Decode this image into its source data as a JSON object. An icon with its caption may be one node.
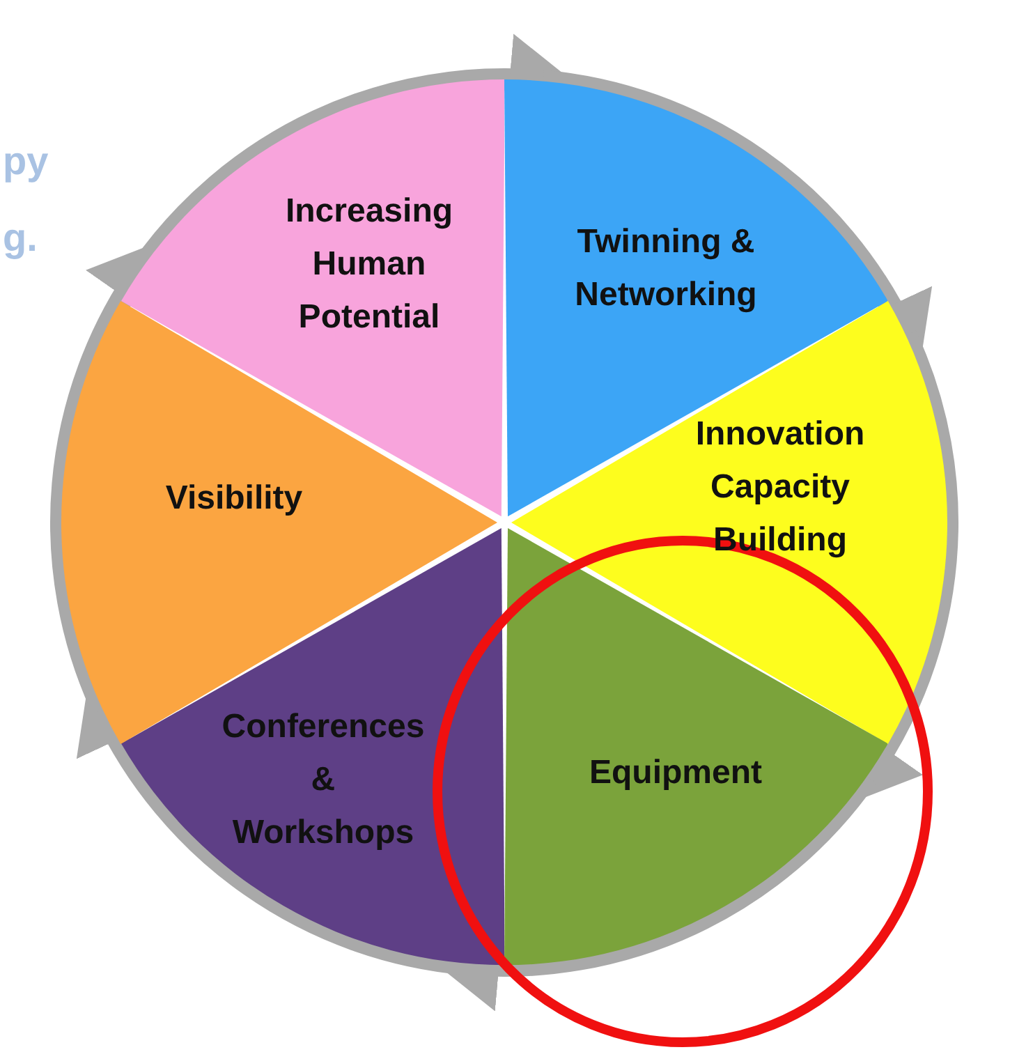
{
  "diagram": {
    "nodes": [
      {
        "text": [
          "Increasing Human Potential"
        ]
      },
      {
        "text": [
          "Twinning & Networking"
        ]
      },
      {
        "text": [
          "Innovation Capacity Building"
        ]
      },
      {
        "text": [
          "Equipment"
        ]
      },
      {
        "text": [
          "Conferences & Workshops"
        ]
      },
      {
        "text": [
          "Visibility"
        ]
      }
    ],
    "edges": [
      {
        "from": 0,
        "to": 1,
        "arrow": "to"
      },
      {
        "from": 1,
        "to": 2,
        "arrow": "to"
      },
      {
        "from": 2,
        "to": 3,
        "arrow": "to"
      },
      {
        "from": 3,
        "to": 4,
        "arrow": "to"
      },
      {
        "from": 4,
        "to": 5,
        "arrow": "to"
      },
      {
        "from": 5,
        "to": 0,
        "arrow": "to"
      }
    ],
    "labels": [
      "py",
      "g."
    ]
  }
}
